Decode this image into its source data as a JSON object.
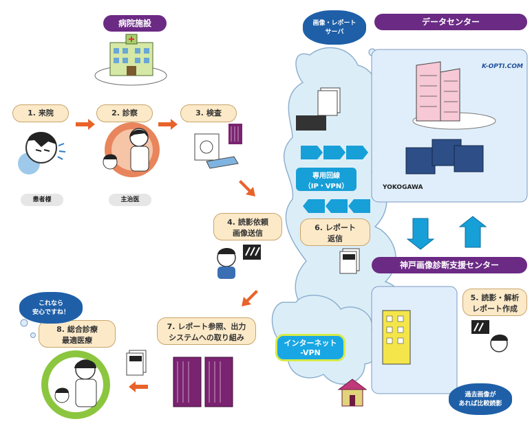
{
  "hospital": {
    "title": "病院施設",
    "steps": [
      "1. 来院",
      "2. 診察",
      "3. 検査"
    ],
    "patient_label": "患者様",
    "doctor_label": "主治医"
  },
  "request": {
    "line1": "4. 読影依頼",
    "line2": "画像送信"
  },
  "network": {
    "image_server_line1": "画像・レポート",
    "image_server_line2": "サーバ",
    "dedicated_line1": "専用回線",
    "dedicated_line2": "（IP・VPN）",
    "report_return_line1": "6. レポート",
    "report_return_line2": "返信",
    "internet_line1": "インターネット",
    "internet_line2": "-VPN"
  },
  "datacenter": {
    "title": "データセンター",
    "vendor1": "K-OPTI.COM",
    "vendor2": "YOKOGAWA"
  },
  "support_center": {
    "title": "神戸画像診断支援センター",
    "task_line1": "5. 読影・解析",
    "task_line2": "レポート作成",
    "compare_line1": "過去画像が",
    "compare_line2": "あれば比較読影"
  },
  "result": {
    "ref_line1": "7. レポート参照、出力",
    "ref_line2": "システムへの取り組み",
    "final_line1": "8. 総合診療",
    "final_line2": "最適医療",
    "relief_line1": "これなら",
    "relief_line2": "安心ですね！"
  },
  "colors": {
    "purple": "#6b2a84",
    "cyan": "#179fd8",
    "orange": "#e8632a",
    "cloud": "#dbeef8"
  }
}
